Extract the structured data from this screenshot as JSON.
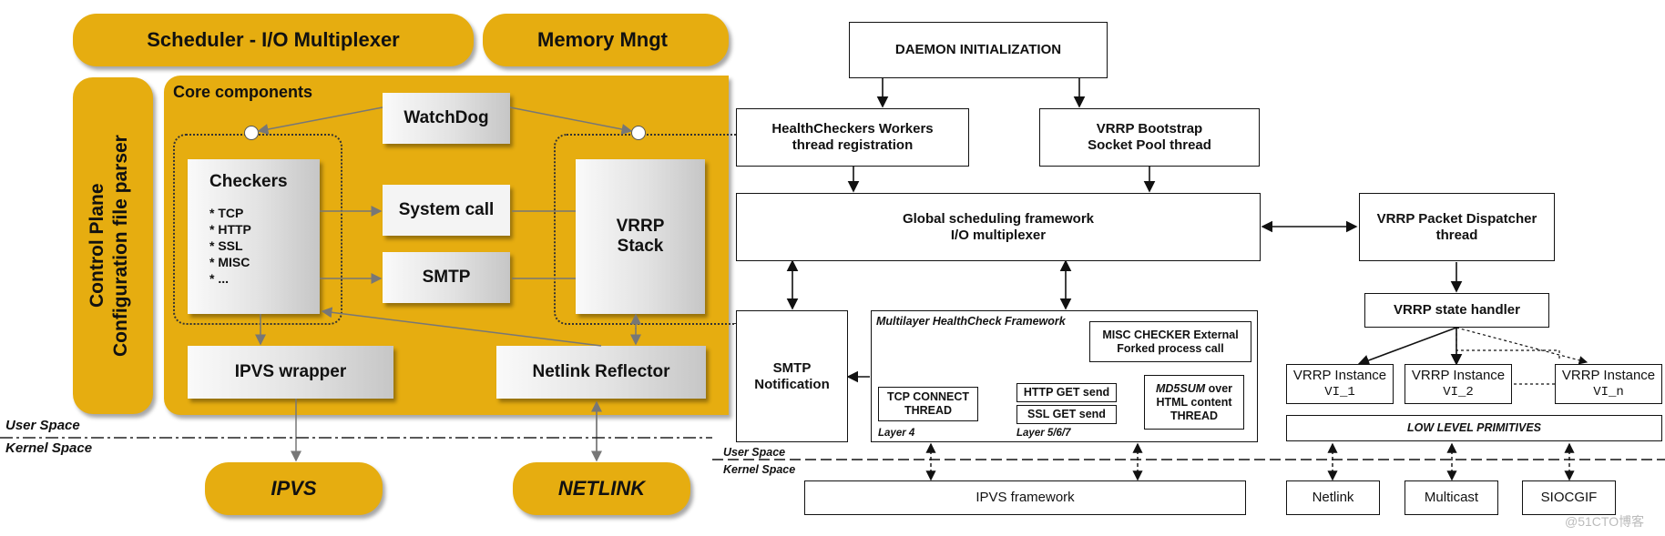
{
  "left": {
    "scheduler": "Scheduler - I/O Multiplexer",
    "memory": "Memory Mngt",
    "control_plane_line1": "Control Plane",
    "control_plane_line2": "Configuration file parser",
    "core_components": "Core components",
    "watchdog": "WatchDog",
    "checkers_title": "Checkers",
    "checkers_items": [
      "* TCP",
      "* HTTP",
      "* SSL",
      "* MISC",
      "* ..."
    ],
    "system_call": "System call",
    "smtp": "SMTP",
    "vrrp_line1": "VRRP",
    "vrrp_line2": "Stack",
    "ipvs_wrapper": "IPVS wrapper",
    "netlink_reflector": "Netlink Reflector",
    "user_space": "User Space",
    "kernel_space": "Kernel Space",
    "ipvs": "IPVS",
    "netlink": "NETLINK"
  },
  "right": {
    "daemon_init": "DAEMON INITIALIZATION",
    "hc_workers_line1": "HealthCheckers Workers",
    "hc_workers_line2": "thread registration",
    "vrrp_bootstrap_line1": "VRRP Bootstrap",
    "vrrp_bootstrap_line2": "Socket Pool thread",
    "global_sched_line1": "Global scheduling framework",
    "global_sched_line2": "I/O multiplexer",
    "vrrp_dispatcher_line1": "VRRP Packet Dispatcher",
    "vrrp_dispatcher_line2": "thread",
    "smtp_line1": "SMTP",
    "smtp_line2": "Notification",
    "mhc_title": "Multilayer HealthCheck Framework",
    "misc_checker_line1": "MISC CHECKER External",
    "misc_checker_line2": "Forked process call",
    "tcp_connect_line1": "TCP CONNECT",
    "tcp_connect_line2": "THREAD",
    "http_get": "HTTP GET send",
    "ssl_get": "SSL GET send",
    "md5_line1": "MD5SUM",
    "md5_line1b": " over",
    "md5_line2": "HTML content",
    "md5_line3": "THREAD",
    "layer4": "Layer 4",
    "layer567": "Layer 5/6/7",
    "vrrp_state": "VRRP state handler",
    "vrrp_instances": [
      {
        "title": "VRRP Instance",
        "id": "VI_1"
      },
      {
        "title": "VRRP Instance",
        "id": "VI_2"
      },
      {
        "title": "VRRP Instance",
        "id": "VI_n"
      }
    ],
    "low_level": "LOW LEVEL PRIMITIVES",
    "user_space": "User Space",
    "kernel_space": "Kernel Space",
    "ipvs_framework": "IPVS framework",
    "kernel_items": [
      "Netlink",
      "Multicast",
      "SIOCGIF"
    ]
  },
  "watermark": "@51CTO博客"
}
